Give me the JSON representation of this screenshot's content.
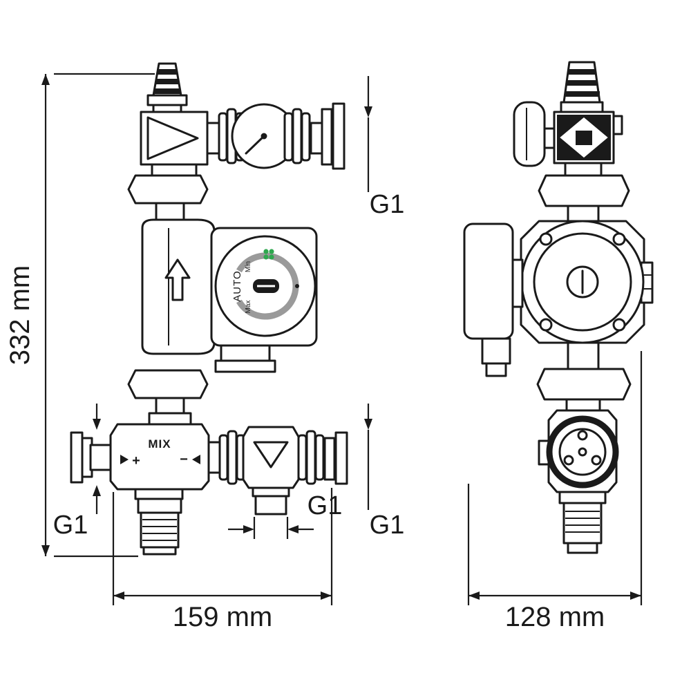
{
  "dimensions": {
    "overall_height": "332 mm",
    "front_view_width": "159 mm",
    "side_view_width": "128 mm"
  },
  "thread_annotations": {
    "top_right": "G1",
    "bottom_left": "G1",
    "bottom_center": "G1",
    "bottom_right": "G1"
  },
  "pump_dial": {
    "mode_label": "AUTO",
    "min_label": "Min",
    "max_label": "Max",
    "eco_symbol": "clover",
    "eco_color": "#2fa84f"
  },
  "mix_valve": {
    "label": "MIX",
    "hot_indicator": "+",
    "cold_indicator": "−"
  },
  "colors": {
    "line": "#1a1a1a",
    "background": "#ffffff",
    "dial_arc": "#9a9a9a"
  }
}
